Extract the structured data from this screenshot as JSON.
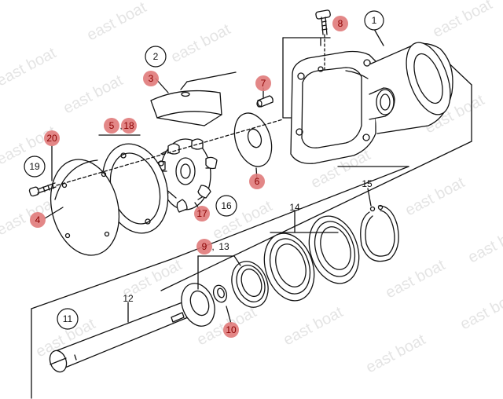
{
  "watermark": "east boat",
  "part_numbers": {
    "p1": "1",
    "p2": "2",
    "p3": "3",
    "p4": "4",
    "p5": "5",
    "p6": "6",
    "p7": "7",
    "p8": "8",
    "p9": "9",
    "p10": "10",
    "p11": "11",
    "p12": "12",
    "p13": "13",
    "p14": "14",
    "p15": "15",
    "p16": "16",
    "p17": "17",
    "p18": "18",
    "p19": "19",
    "p20": "20",
    "comma": ","
  },
  "colors": {
    "highlight": "#e07a7a",
    "highlight_text": "#8b0000",
    "line": "#111111",
    "watermark": "#cfcfcf"
  }
}
